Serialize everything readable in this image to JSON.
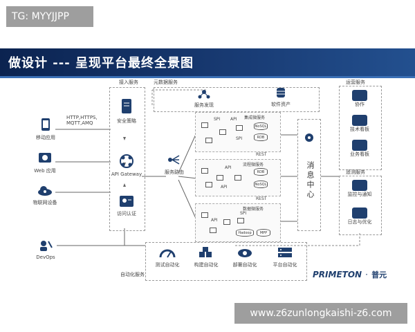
{
  "tag": "TG: MYYJJPP",
  "title": "做设计 --- 呈现平台最终全景图",
  "watermark": "www.z6zunlongkaishi-z6.com",
  "sections": {
    "access": "接入服务",
    "metadata": "元数据服务",
    "ops": "运营服务",
    "telemetry": "遥测服务",
    "automation": "自动化服务"
  },
  "clients": [
    "移动应用",
    "Web 应用",
    "物联网设备"
  ],
  "protocols": "HTTP,HTTPS,\nMQTT,AMQ",
  "gateway": {
    "security": "安全策略",
    "api_gateway": "API Gateway",
    "auth": "访问认证"
  },
  "routing": "服务路由",
  "discovery": "服务发现",
  "assets": "软件资产",
  "services": {
    "integration": "集成微服务",
    "process": "流程微服务",
    "data": "数据微服务",
    "spi": "SPI",
    "api": "API",
    "rest": "REST",
    "nosql": "NoSQL",
    "rdb": "RDB",
    "hadoop": "Hadoop",
    "mpp": "MPP"
  },
  "message_center": "消息中心",
  "ops_items": [
    "协作",
    "技术看板",
    "业务看板"
  ],
  "telemetry_items": [
    "监控与通知",
    "日志与优化"
  ],
  "devops": "DevOps",
  "automation_items": [
    "测试自动化",
    "构建自动化",
    "部署自动化",
    "平台自动化"
  ],
  "brand": {
    "name": "PRIMETON",
    "cn": "普元"
  }
}
